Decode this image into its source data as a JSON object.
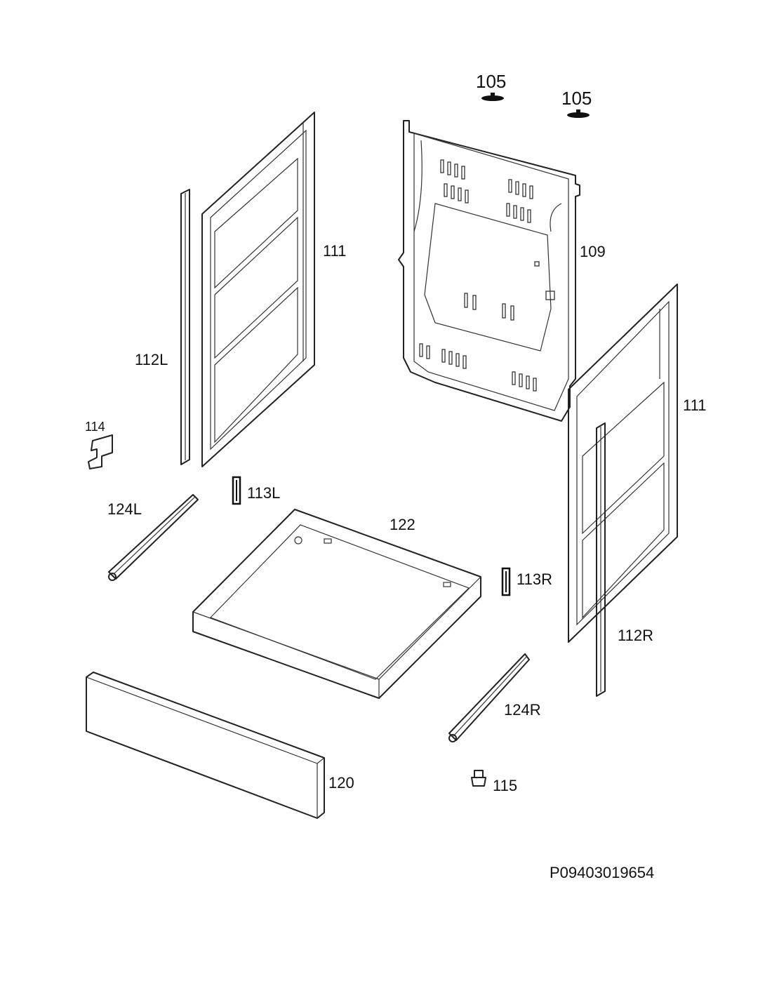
{
  "labels": {
    "p105a": "105",
    "p105b": "105",
    "p111a": "111",
    "p109": "109",
    "p112L": "112L",
    "p111b": "111",
    "p114": "114",
    "p113L": "113L",
    "p124L": "124L",
    "p122": "122",
    "p113R": "113R",
    "p112R": "112R",
    "p124R": "124R",
    "p120": "120",
    "p115": "115",
    "code": "P09403019654"
  }
}
